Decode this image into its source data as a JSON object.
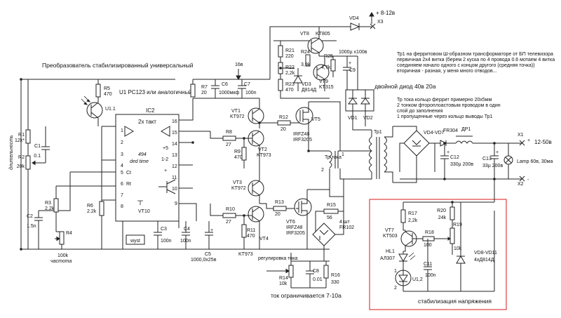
{
  "title": "Преобразователь стабилизированный универсальный",
  "supply_in": "+ 8-12в",
  "notes": {
    "tr1": [
      "Тр1 на ферритовом Ш-образном трансформаторе от БП телевизора",
      "первичная 2х4 витка (берем 2 куска по 4 провода 0.6 мотаем 4 витка",
      "соединяем начало одного с концом другого (средняя точка))",
      "вторичная - разная, у меня много отводов..."
    ],
    "current_tr": [
      "Тр тока кольцо феррит примерно 20х5мм",
      "2 тонком фтороплоастовым проводом в один",
      "слой до заполнения",
      "1 пропущенные через кольцо выводы Тр1"
    ],
    "diode_note": "двойной диод 40в 20а",
    "stab": "стабилизация напряжения",
    "current_limit": "ток ограничивается 7-10а",
    "reg_label": "регулировка тока",
    "tr_label": "Тр тока",
    "output": "12-50в",
    "lamp": "Lamp 60в, 30ма",
    "length": "длительность",
    "freq": "частота"
  },
  "ic": {
    "name": "IC2",
    "desc1": "2х такт",
    "desc2": "494",
    "desc3": "ded time",
    "u1": "U1 PC123 или аналогичный",
    "vt10": "VT10",
    "wyst": "wyst",
    "pins_left": [
      {
        "n": "1",
        "l": ""
      },
      {
        "n": "2",
        "l": ""
      },
      {
        "n": "3",
        "l": ""
      },
      {
        "n": "4",
        "l": ""
      },
      {
        "n": "5",
        "l": "Ct"
      },
      {
        "n": "6",
        "l": "Rt"
      },
      {
        "n": "7",
        "l": ""
      },
      {
        "n": "8",
        "l": ""
      }
    ],
    "pins_right": [
      {
        "n": "16",
        "l": ""
      },
      {
        "n": "15",
        "l": ""
      },
      {
        "n": "14",
        "l": "+5"
      },
      {
        "n": "13",
        "l": "1-2"
      },
      {
        "n": "12",
        "l": "+"
      },
      {
        "n": "11",
        "l": ""
      },
      {
        "n": "10",
        "l": ""
      },
      {
        "n": "9",
        "l": ""
      }
    ]
  },
  "parts": {
    "r1": [
      "R1",
      "12k*"
    ],
    "r2": [
      "R2",
      "20k"
    ],
    "c1": [
      "C1",
      "0.1"
    ],
    "c2": [
      "C2",
      "1.5n"
    ],
    "r3": [
      "R3",
      "2.2k"
    ],
    "r4": [
      "R4",
      "100k"
    ],
    "r5": [
      "R5",
      "470"
    ],
    "r6": [
      "R6",
      "2.2k"
    ],
    "c3": [
      "C3",
      "100n"
    ],
    "c4": [
      "C4",
      "100n"
    ],
    "c5": [
      "C5",
      "1000,0x25в"
    ],
    "r7": [
      "R7",
      "20"
    ],
    "c6": [
      "C6",
      "1000мкф"
    ],
    "c7": [
      "C7",
      "100n"
    ],
    "v16": "16в",
    "vt1": [
      "VT1",
      "KT972"
    ],
    "vt2": [
      "VT2",
      "KT973"
    ],
    "vt3": [
      "VT3",
      "KT972"
    ],
    "vt4": [
      "VT4",
      "KT973"
    ],
    "r8": [
      "R8",
      "27"
    ],
    "r9": [
      "R9",
      "470"
    ],
    "r10": [
      "R10",
      "27"
    ],
    "r11": [
      "R11",
      "470"
    ],
    "r12": [
      "R12",
      "20"
    ],
    "r13": [
      "R13",
      "20"
    ],
    "vt5": [
      "VT5",
      "IRFZ48",
      "IRF3205"
    ],
    "vt6": [
      "VT6",
      "IRFZ48",
      "IRF3205"
    ],
    "r14": [
      "R14",
      "10k"
    ],
    "c8": [
      "C8",
      "0.01"
    ],
    "r16": [
      "R16",
      "330"
    ],
    "r15": [
      "R15",
      "56"
    ],
    "br": [
      "4 шт",
      "FR102"
    ],
    "vt8": [
      "VT8",
      "KT805"
    ],
    "vt9": [
      "VT9",
      "KT315"
    ],
    "r21": [
      "R21",
      "220"
    ],
    "r22": [
      "R22",
      "2,2k"
    ],
    "r23": [
      "R23",
      "470"
    ],
    "r24": [
      "R24",
      "3,9k"
    ],
    "r25": [
      "R25",
      "4,7k"
    ],
    "vd3": [
      "VD3",
      "Д814Д"
    ],
    "c9": [
      "C9",
      "1000µ x100в"
    ],
    "vd4": "VD4",
    "x3": "X3",
    "vd1": "VD1",
    "vd2": "VD2",
    "tr1": "Тр1",
    "vd47": "VD4-VD7",
    "fr304": "FR304",
    "dr1": "ДР1",
    "c12": [
      "C12",
      "330µ 200в"
    ],
    "c13": [
      "C13",
      "33µ 200в"
    ],
    "x1": "X1",
    "x2": "X2",
    "r17": [
      "R17",
      "2,2k"
    ],
    "r20": [
      "R20",
      "24k"
    ],
    "r18": [
      "R18",
      "100"
    ],
    "r19": [
      "R19",
      "10k"
    ],
    "vt7": [
      "VT7",
      "KT503"
    ],
    "hl1": [
      "HL1",
      "АЛ307"
    ],
    "c11": [
      "C11",
      "100n"
    ],
    "u12": "U1,2",
    "vd811": [
      "VD8-VD11",
      "4хД814Д"
    ],
    "plus": "+",
    "minus": "-"
  }
}
